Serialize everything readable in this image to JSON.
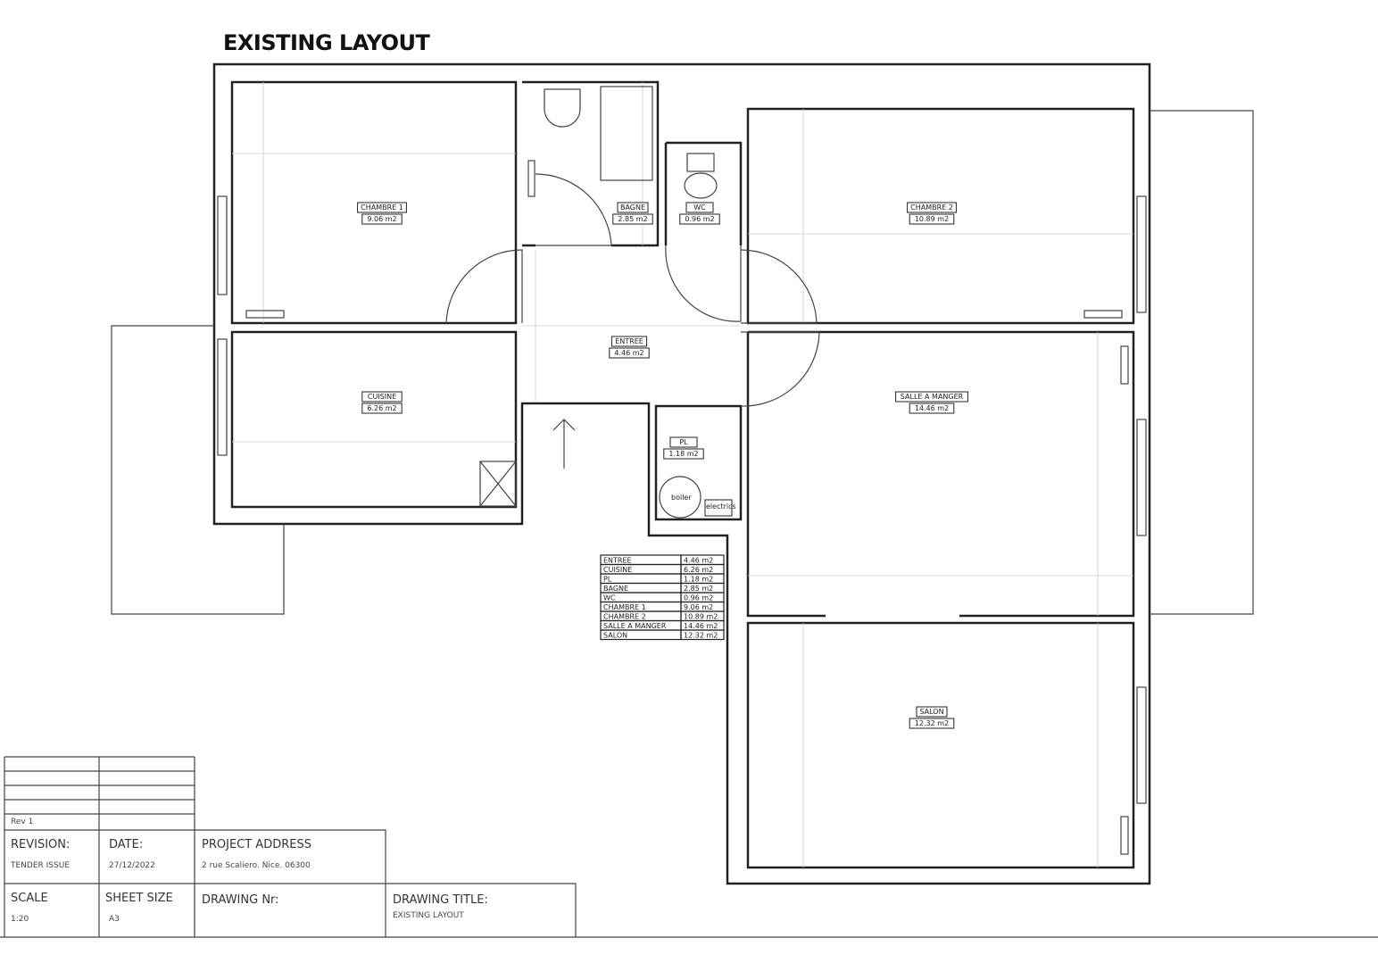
{
  "title": "EXISTING LAYOUT",
  "rooms": [
    {
      "name": "CHAMBRE 1",
      "area": "9.06 m2"
    },
    {
      "name": "BAGNE",
      "area": "2.85 m2"
    },
    {
      "name": "WC",
      "area": "0.96 m2"
    },
    {
      "name": "CHAMBRE 2",
      "area": "10.89 m2"
    },
    {
      "name": "ENTREE",
      "area": "4.46 m2"
    },
    {
      "name": "CUISINE",
      "area": "6.26 m2"
    },
    {
      "name": "SALLE A MANGER",
      "area": "14.46 m2"
    },
    {
      "name": "PL",
      "area": "1.18 m2"
    },
    {
      "name": "SALON",
      "area": "12.32 m2"
    }
  ],
  "fixtures": {
    "boiler": "boiler",
    "electrics": "electrics"
  },
  "area_table": [
    [
      "ENTREE",
      "4.46 m2"
    ],
    [
      "CUISINE",
      "6.26 m2"
    ],
    [
      "PL",
      "1.18 m2"
    ],
    [
      "BAGNE",
      "2.85 m2"
    ],
    [
      "WC",
      "0.96 m2"
    ],
    [
      "CHAMBRE 1",
      "9.06 m2"
    ],
    [
      "CHAMBRE 2",
      "10.89 m2"
    ],
    [
      "SALLE A MANGER",
      "14.46 m2"
    ],
    [
      "SALON",
      "12.32 m2"
    ]
  ],
  "title_block": {
    "rev": "Rev 1",
    "revision_label": "REVISION:",
    "revision": "TENDER ISSUE",
    "date_label": "DATE:",
    "date": "27/12/2022",
    "address_label": "PROJECT ADDRESS",
    "address": "2 rue Scaliero. Nice. 06300",
    "scale_label": "SCALE",
    "scale": "1:20",
    "sheet_label": "SHEET SIZE",
    "sheet": "A3",
    "drawing_nr_label": "DRAWING Nr:",
    "drawing_title_label": "DRAWING TITLE:",
    "drawing_title": "EXISTING LAYOUT"
  }
}
